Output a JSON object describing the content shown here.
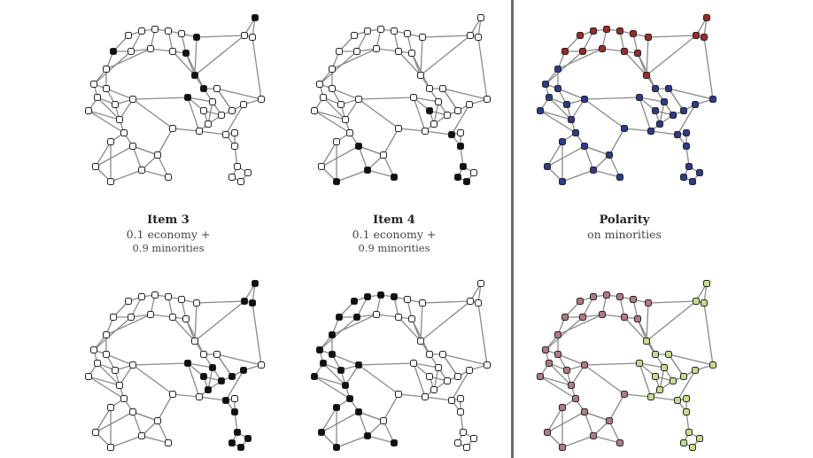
{
  "figure": {
    "columns": [
      {
        "title": "Item 3",
        "line2": "0.1 economy +",
        "line3": "0.9 minorities"
      },
      {
        "title": "Item 4",
        "line2": "0.1 economy +",
        "line3": "0.9 minorities"
      },
      {
        "title": "Polarity",
        "line2": "on minorities",
        "line3": ""
      }
    ]
  },
  "colors": {
    "edge": "#8a8a8a",
    "node_open_fill": "#ffffff",
    "node_stroke": "#222222",
    "node_filled": "#111111",
    "polarity_red": "#9b2a2a",
    "polarity_blue": "#2e3a8c",
    "polarity_pink": "#b07a86",
    "polarity_green": "#c8dc8c",
    "divider": "#6a6a6a"
  }
}
